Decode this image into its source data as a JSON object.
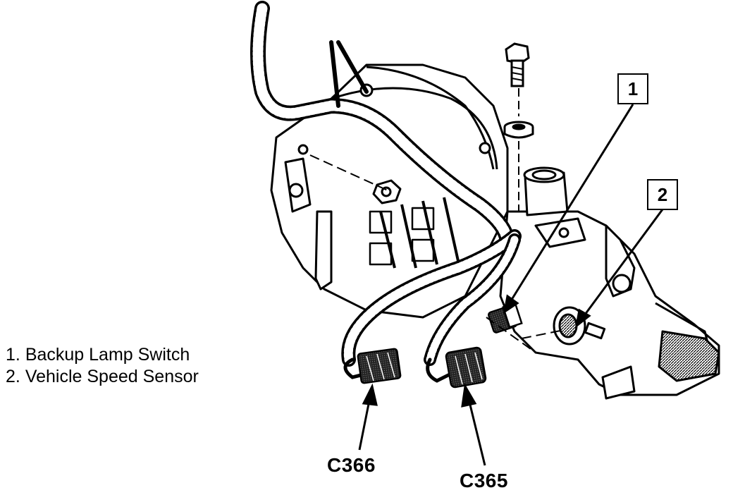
{
  "legend": {
    "items": [
      {
        "number": "1.",
        "label": "Backup Lamp Switch"
      },
      {
        "number": "2.",
        "label": "Vehicle Speed Sensor"
      }
    ]
  },
  "callouts": [
    {
      "id": "1"
    },
    {
      "id": "2"
    }
  ],
  "connectors": [
    {
      "id": "C366"
    },
    {
      "id": "C365"
    }
  ]
}
